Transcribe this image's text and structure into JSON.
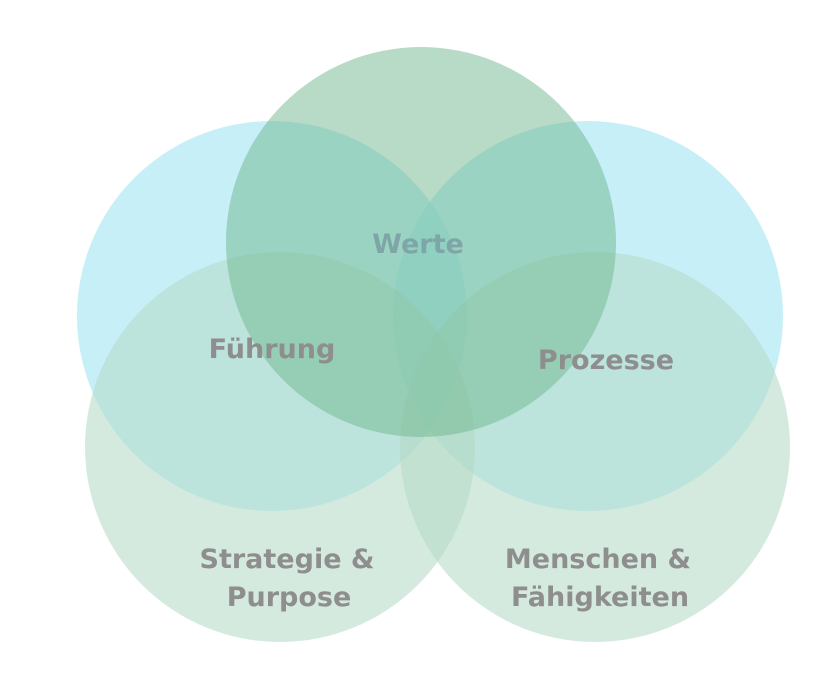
{
  "diagram": {
    "type": "venn",
    "labels": {
      "werte": "Werte",
      "fuehrung": "Führung",
      "prozesse": "Prozesse",
      "strategie_line1": "Strategie &",
      "strategie_line2": "Purpose",
      "menschen_line1": "Menschen &",
      "menschen_line2": "Fähigkeiten"
    },
    "colors": {
      "sky_blue": "#99e2f2",
      "sage_green": "#70b88e",
      "light_sage": "#b3d9c4",
      "teal_overlap": "#5fc9c3",
      "center_cyan": "#4fd0da",
      "label_gray": "#8e8e8e",
      "label_werte": "#7fa6a6"
    }
  }
}
